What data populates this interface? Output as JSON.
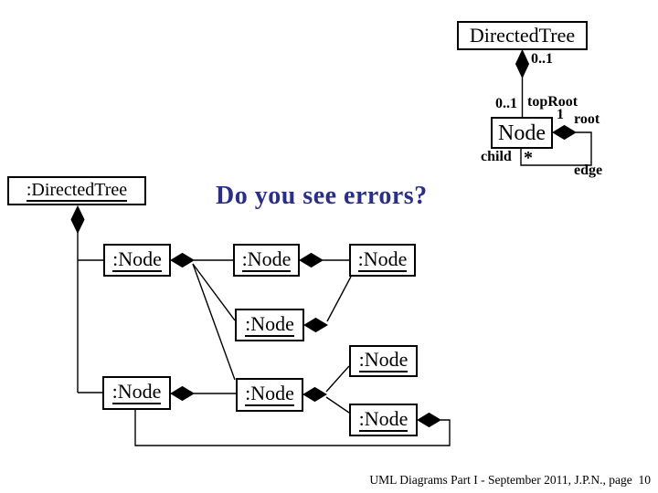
{
  "slide": {
    "title": "Do you see errors?",
    "title_color": "#2b2e87",
    "footer": "UML Diagrams Part I - September 2011, J.P.N., page  10"
  },
  "class_diagram": {
    "tree_class": "DirectedTree",
    "node_class": "Node",
    "tree_composition_multiplicity": "0..1",
    "toproot_multiplicity": "0..1",
    "toproot_role": "topRoot",
    "root_multiplicity": "1",
    "root_role": "root",
    "child_role": "child",
    "child_multiplicity": "*",
    "association_name": "edge"
  },
  "object_diagram": {
    "tree_instance": ":DirectedTree",
    "nodes": [
      {
        "label": ":Node"
      },
      {
        "label": ":Node"
      },
      {
        "label": ":Node"
      },
      {
        "label": ":Node"
      },
      {
        "label": ":Node"
      },
      {
        "label": ":Node"
      },
      {
        "label": ":Node"
      },
      {
        "label": ":Node"
      }
    ]
  }
}
